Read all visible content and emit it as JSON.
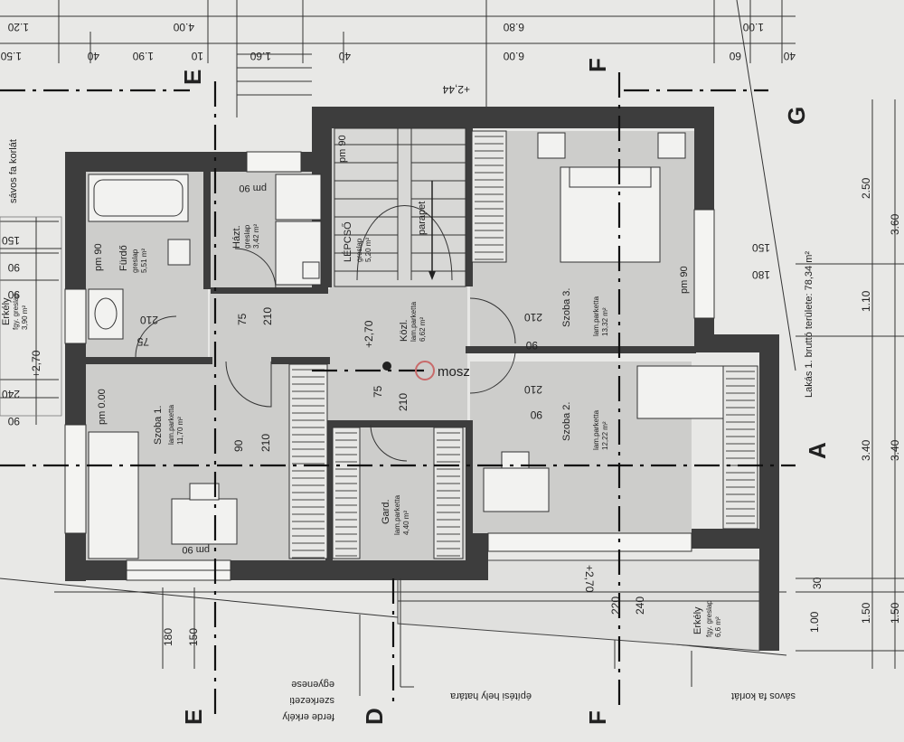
{
  "plan": {
    "watermark": "mosz",
    "section_labels": {
      "e_top": "E",
      "f_top": "F",
      "g_right": "G",
      "a_right": "A",
      "e_bottom": "E",
      "d_bottom": "D",
      "f_bottom": "F"
    },
    "top_dims": {
      "row1": [
        "1.20",
        "4.00",
        "6.80",
        "1.00"
      ],
      "row2": [
        "1.50",
        "40",
        "1.90",
        "10",
        "1.60",
        "40",
        "6.00",
        "60",
        "40"
      ]
    },
    "right_dims": {
      "col1": [
        "2.50",
        "1.10",
        "3.40",
        "30",
        "1.50",
        "1.00"
      ],
      "col2": [
        "3.60",
        "3.40",
        "1.50"
      ],
      "title": "Lakás 1. bruttó területe: 78,34 m²"
    },
    "left_dims": [
      "150",
      "90",
      "90",
      "+2,70",
      "240",
      "90",
      "0.00"
    ],
    "bottom_dims": [
      "180",
      "150",
      "220",
      "240",
      "+2,70"
    ],
    "level_top": "+2,44",
    "rooms": {
      "furdo": {
        "name": "Fürdő",
        "floor": "greslap",
        "area": "5,51 m²",
        "pm": "pm 90",
        "dims": [
          "75",
          "210"
        ]
      },
      "haztart": {
        "name": "Házt.",
        "floor": "greslap",
        "area": "3,42 m²",
        "pm": "pm 90",
        "dims": [
          "75",
          "210"
        ]
      },
      "lepcso": {
        "name": "LÉPCSŐ",
        "floor": "greslap",
        "area": "5,20 m²",
        "extra": "parapet",
        "pm": "pm 90"
      },
      "kozl": {
        "name": "Közl.",
        "floor": "lam.parketta",
        "area": "6,62 m²",
        "level": "+2,70",
        "dims": [
          "75",
          "210"
        ]
      },
      "szoba1": {
        "name": "Szoba 1.",
        "floor": "lam.parketta",
        "area": "11,70 m²",
        "pm": "pm 0.00",
        "pm2": "pm 90",
        "dims": [
          "90",
          "210"
        ]
      },
      "szoba2": {
        "name": "Szoba 2.",
        "floor": "lam.parketta",
        "area": "12,22 m²",
        "dims": [
          "90",
          "210"
        ]
      },
      "szoba3": {
        "name": "Szoba 3.",
        "floor": "lam.parketta",
        "area": "13,32 m²",
        "pm": "pm 90",
        "dims": [
          "90",
          "210"
        ],
        "dims_right": [
          "150",
          "180"
        ]
      },
      "gard": {
        "name": "Gard.",
        "floor": "lam.parketta",
        "area": "4,40 m²"
      },
      "erkely_left": {
        "name": "Erkély",
        "floor": "fgy. greslap",
        "area": "3,90 m²"
      },
      "erkely_right": {
        "name": "Erkély",
        "floor": "fgy. greslap",
        "area": "6,6 m²"
      }
    },
    "annotations": {
      "savos_fa_korlat_top": "sávos fa korlát",
      "ferde_erkely": [
        "ferde erkély",
        "szerkezeti",
        "egyenese"
      ],
      "epitesi_hely": "építési hely határa",
      "savos_fa_korlat_bottom": "sávos fa korlát"
    }
  }
}
